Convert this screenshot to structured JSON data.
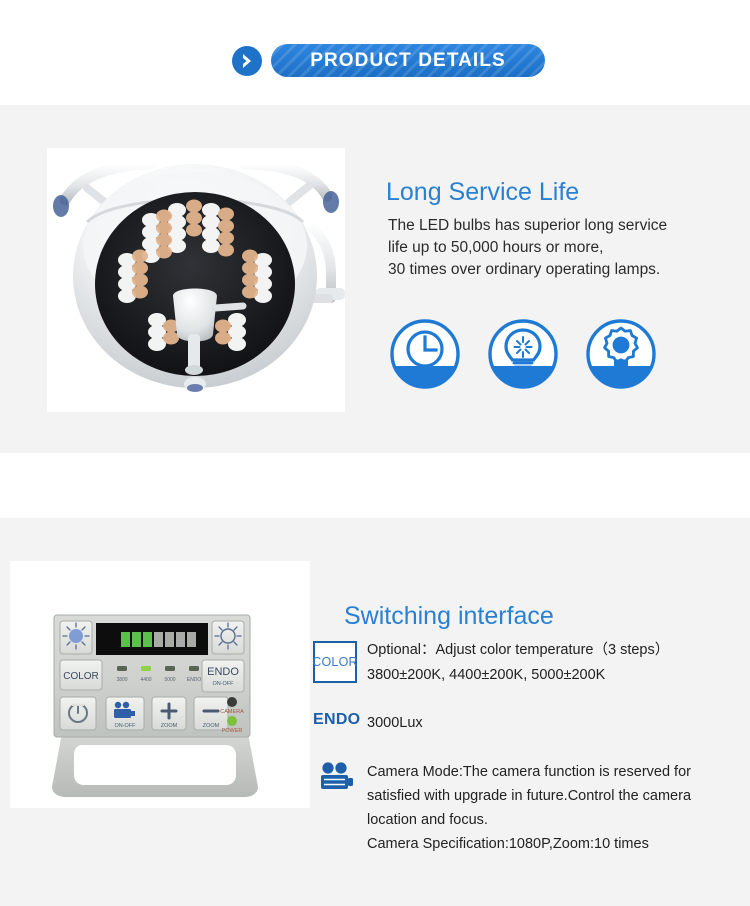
{
  "header": {
    "arrow_icon": "chevron-right-circle-icon",
    "badge_label": "PRODUCT DETAILS",
    "accent_color": "#1e73c8",
    "badge_bg": "#2f86e0"
  },
  "sections": [
    {
      "id": "long-service-life",
      "heading": "Long Service Life",
      "heading_color": "#2a80d2",
      "photo": {
        "name": "surgical-led-lamp-photo",
        "alt": "Surgical LED operating lamp dome with LED bulb clusters"
      },
      "body": "The LED bulbs has superior long service\nlife up to 50,000 hours or more,\n30 times over ordinary operating lamps.",
      "features": [
        {
          "icon": "clock-icon",
          "name": "feature-icon-longevity"
        },
        {
          "icon": "lightbulb-icon",
          "name": "feature-icon-led"
        },
        {
          "icon": "award-ribbon-icon",
          "name": "feature-icon-quality"
        }
      ]
    },
    {
      "id": "switching-interface",
      "heading": "Switching interface",
      "heading_color": "#2a80d2",
      "photo": {
        "name": "control-panel-photo",
        "alt": "Switching interface control panel with LCD and buttons"
      },
      "control_panel": {
        "display_segments_lit": 3,
        "display_segments_total": 9,
        "buttons": [
          "COLOR",
          "ENDO",
          "ON-OFF",
          "ZOOM",
          "ZOOM"
        ],
        "endo_sub_label": "ON-OFF",
        "camera_sub_label": "ON-OFF",
        "zoom_plus_label": "ZOOM",
        "zoom_minus_label": "ZOOM",
        "indicator_labels": [
          "3800",
          "4400",
          "5000",
          "ENDO"
        ],
        "led_labels": [
          "CAMERA",
          "POWER"
        ]
      },
      "specs": [
        {
          "badge": "COLOR",
          "badge_name": "color-spec-badge",
          "text": "Optional：Adjust color temperature（3 steps）\n3800±200K,  4400±200K,  5000±200K"
        },
        {
          "badge": "ENDO",
          "badge_name": "endo-spec-badge",
          "text": "3000Lux"
        },
        {
          "badge": "camera-icon",
          "badge_name": "camera-spec-icon",
          "text": "Camera Mode:The camera function is reserved for\nsatisfied with upgrade in future.Control the camera\nlocation and focus.\nCamera Specification:1080P,Zoom:10 times"
        }
      ]
    }
  ]
}
